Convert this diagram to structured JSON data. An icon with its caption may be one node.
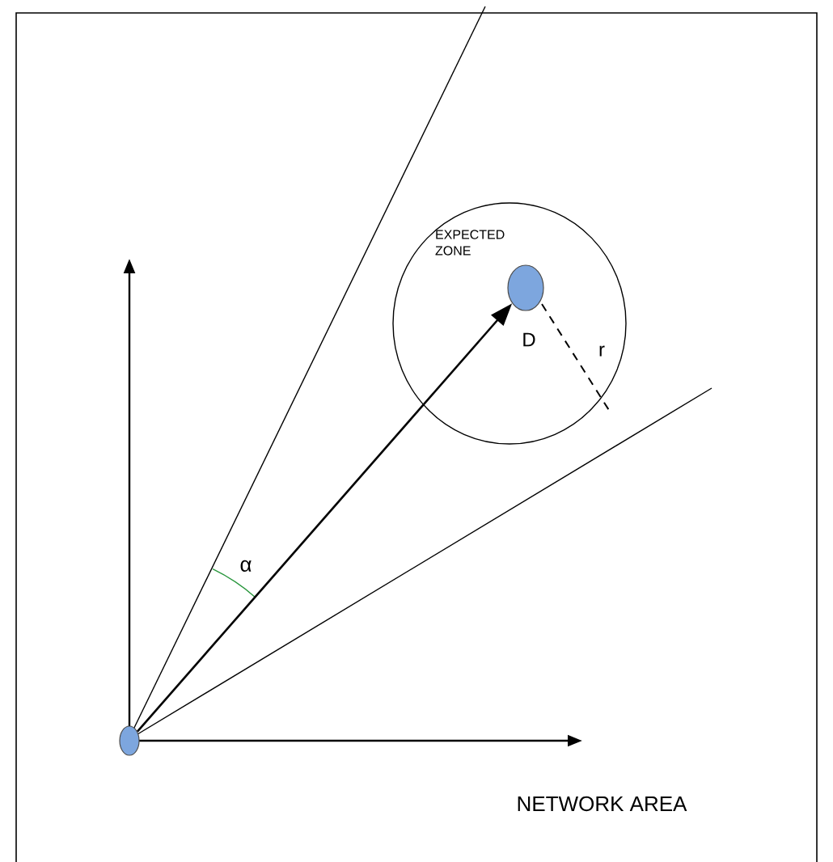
{
  "diagram": {
    "nodes": [
      {
        "text": [],
        "shape": "circle"
      },
      {
        "text": [
          "EXPECTED ZONE"
        ]
      },
      {
        "text": [],
        "shape": "circle",
        "in": 1,
        "beside": [
          "D"
        ]
      }
    ],
    "edges": [
      {
        "from": 0,
        "to": 2,
        "arrow": "to"
      }
    ],
    "labels": [
      "α",
      "r",
      "NETWORK AREA"
    ]
  }
}
